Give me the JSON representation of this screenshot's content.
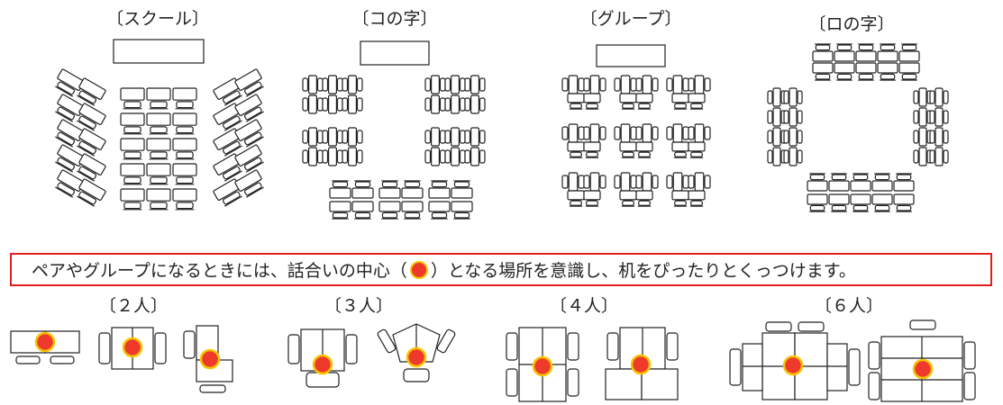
{
  "layouts": [
    {
      "key": "school",
      "label": "〔スクール〕"
    },
    {
      "key": "ko",
      "label": "〔コの字〕"
    },
    {
      "key": "group",
      "label": "〔グループ〕"
    },
    {
      "key": "ro",
      "label": "〔ロの字〕"
    }
  ],
  "banner": {
    "before": "ペアやグループになるときには、話合いの中心（",
    "after": "）となる場所を意識し、机をぴったりとくっつけます。"
  },
  "groups": [
    {
      "key": "two",
      "label": "〔２人〕"
    },
    {
      "key": "three",
      "label": "〔３人〕"
    },
    {
      "key": "four",
      "label": "〔４人〕"
    },
    {
      "key": "six",
      "label": "〔６人〕"
    }
  ],
  "colors": {
    "dot": "#ee3a2a",
    "dot_ring": "#f6c400",
    "banner_border": "#e01e1e",
    "line": "#222222"
  }
}
